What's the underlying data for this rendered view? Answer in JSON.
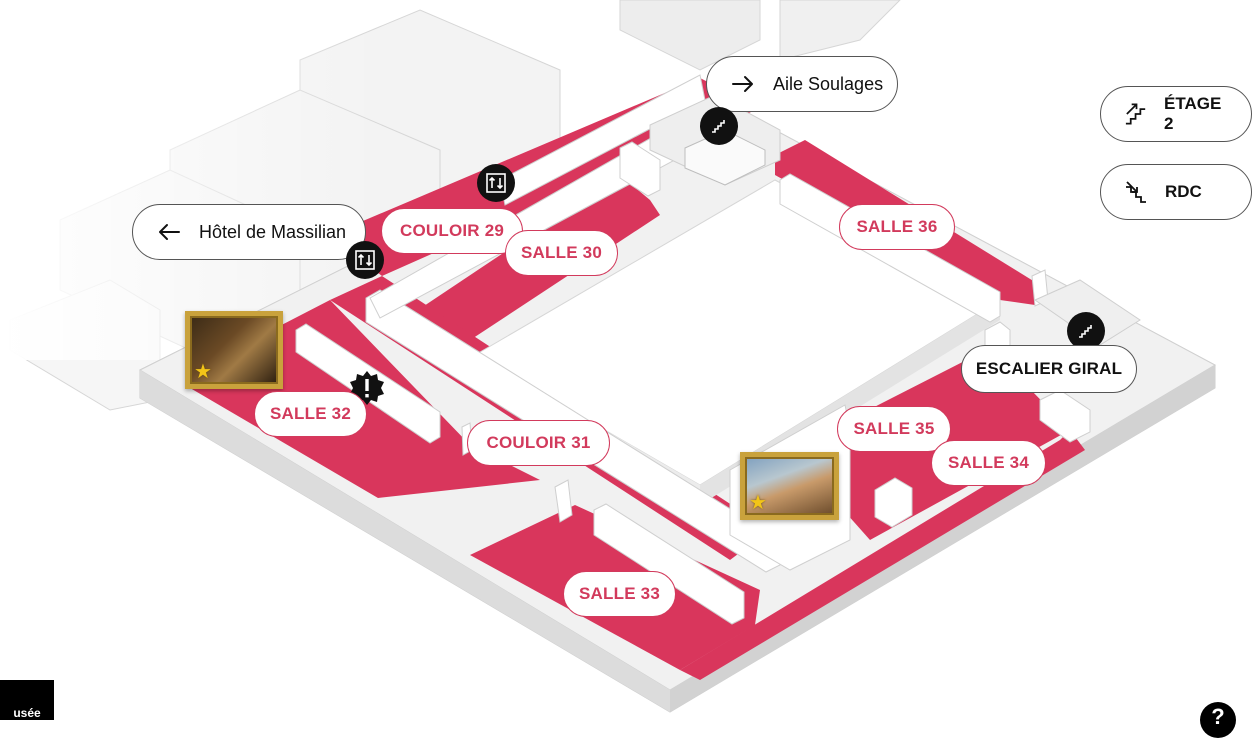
{
  "map": {
    "rooms": [
      {
        "id": "couloir-29",
        "label": "COULOIR 29"
      },
      {
        "id": "salle-30",
        "label": "SALLE 30"
      },
      {
        "id": "salle-36",
        "label": "SALLE 36"
      },
      {
        "id": "salle-32",
        "label": "SALLE 32"
      },
      {
        "id": "couloir-31",
        "label": "COULOIR 31"
      },
      {
        "id": "salle-35",
        "label": "SALLE 35"
      },
      {
        "id": "salle-34",
        "label": "SALLE 34"
      },
      {
        "id": "salle-33",
        "label": "SALLE 33"
      }
    ],
    "staircase_label": "ESCALIER GIRAL",
    "colors": {
      "room": "#d9365c",
      "wall_top": "#ffffff",
      "wall_side": "#e4e4e4",
      "floor_grey": "#ececec",
      "courtyard": "#ffffff"
    }
  },
  "nav": {
    "aile_soulages": {
      "label": "Aile Soulages",
      "icon": "arrow-right-icon"
    },
    "hotel_massilian": {
      "label": "Hôtel de Massilian",
      "icon": "arrow-left-icon"
    }
  },
  "floors": {
    "up": {
      "label": "ÉTAGE 2",
      "icon": "stairs-up-icon"
    },
    "down": {
      "label": "RDC",
      "icon": "stairs-down-icon"
    }
  },
  "icons": {
    "elevator": "elevator-icon",
    "stairs": "stairs-icon",
    "alert": "alert-icon",
    "featured": "star-icon"
  },
  "footer": {
    "logo_text": "usée",
    "help_label": "?"
  }
}
